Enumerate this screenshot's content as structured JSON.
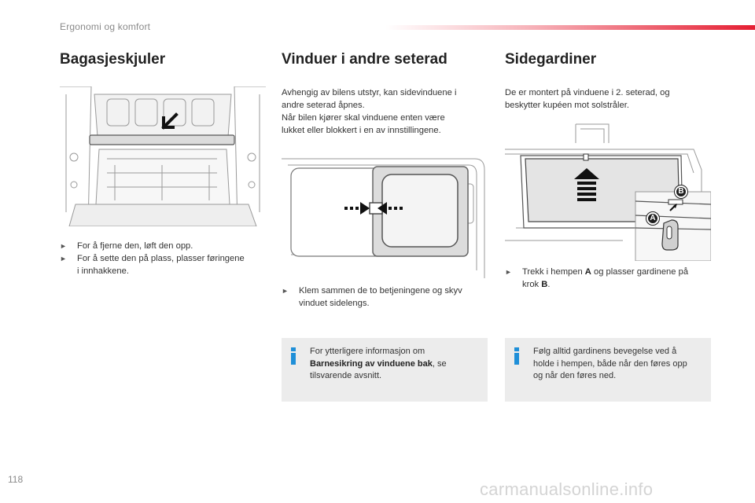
{
  "header": {
    "section": "Ergonomi og komfort"
  },
  "col1": {
    "title": "Bagasjeskjuler",
    "bullets": [
      "For å fjerne den, løft den opp.",
      "For å sette den på plass, plasser føringene",
      "i innhakkene."
    ]
  },
  "col2": {
    "title": "Vinduer i andre seterad",
    "para": [
      "Avhengig av bilens utstyr, kan sidevinduene i",
      "andre seterad åpnes.",
      "Når bilen kjører skal vinduene enten være",
      "lukket eller blokkert i en av innstillingene."
    ],
    "bullets": [
      "Klem sammen de to betjeningene og skyv",
      "vinduet sidelengs."
    ],
    "info": {
      "line1": "For ytterligere informasjon om",
      "bold": "Barnesikring av vinduene bak",
      "after_bold": ", se",
      "line3": "tilsvarende avsnitt."
    }
  },
  "col3": {
    "title": "Sidegardiner",
    "para": [
      "De er montert på vinduene i 2. seterad, og",
      "beskytter kupéen mot solstråler."
    ],
    "bullet": {
      "before": "Trekk i hempen ",
      "a": "A",
      "middle": " og plasser gardinene på",
      "line2_before": "krok ",
      "b": "B",
      "line2_after": "."
    },
    "info": [
      "Følg alltid gardinens bevegelse ved å",
      "holde i hempen, både når den føres opp",
      "og når den føres ned."
    ],
    "labels": {
      "a": "A",
      "b": "B"
    }
  },
  "icons": {
    "bullet_arrow": "triangle-right-icon",
    "info": "info-icon"
  },
  "colors": {
    "accent": "#e51e32",
    "info_icon": "#1f8fd8",
    "label_badge": "#1e1e1e",
    "info_bg": "#ececec"
  },
  "footer": {
    "page_number": "118",
    "watermark": "carmanualsonline.info"
  }
}
